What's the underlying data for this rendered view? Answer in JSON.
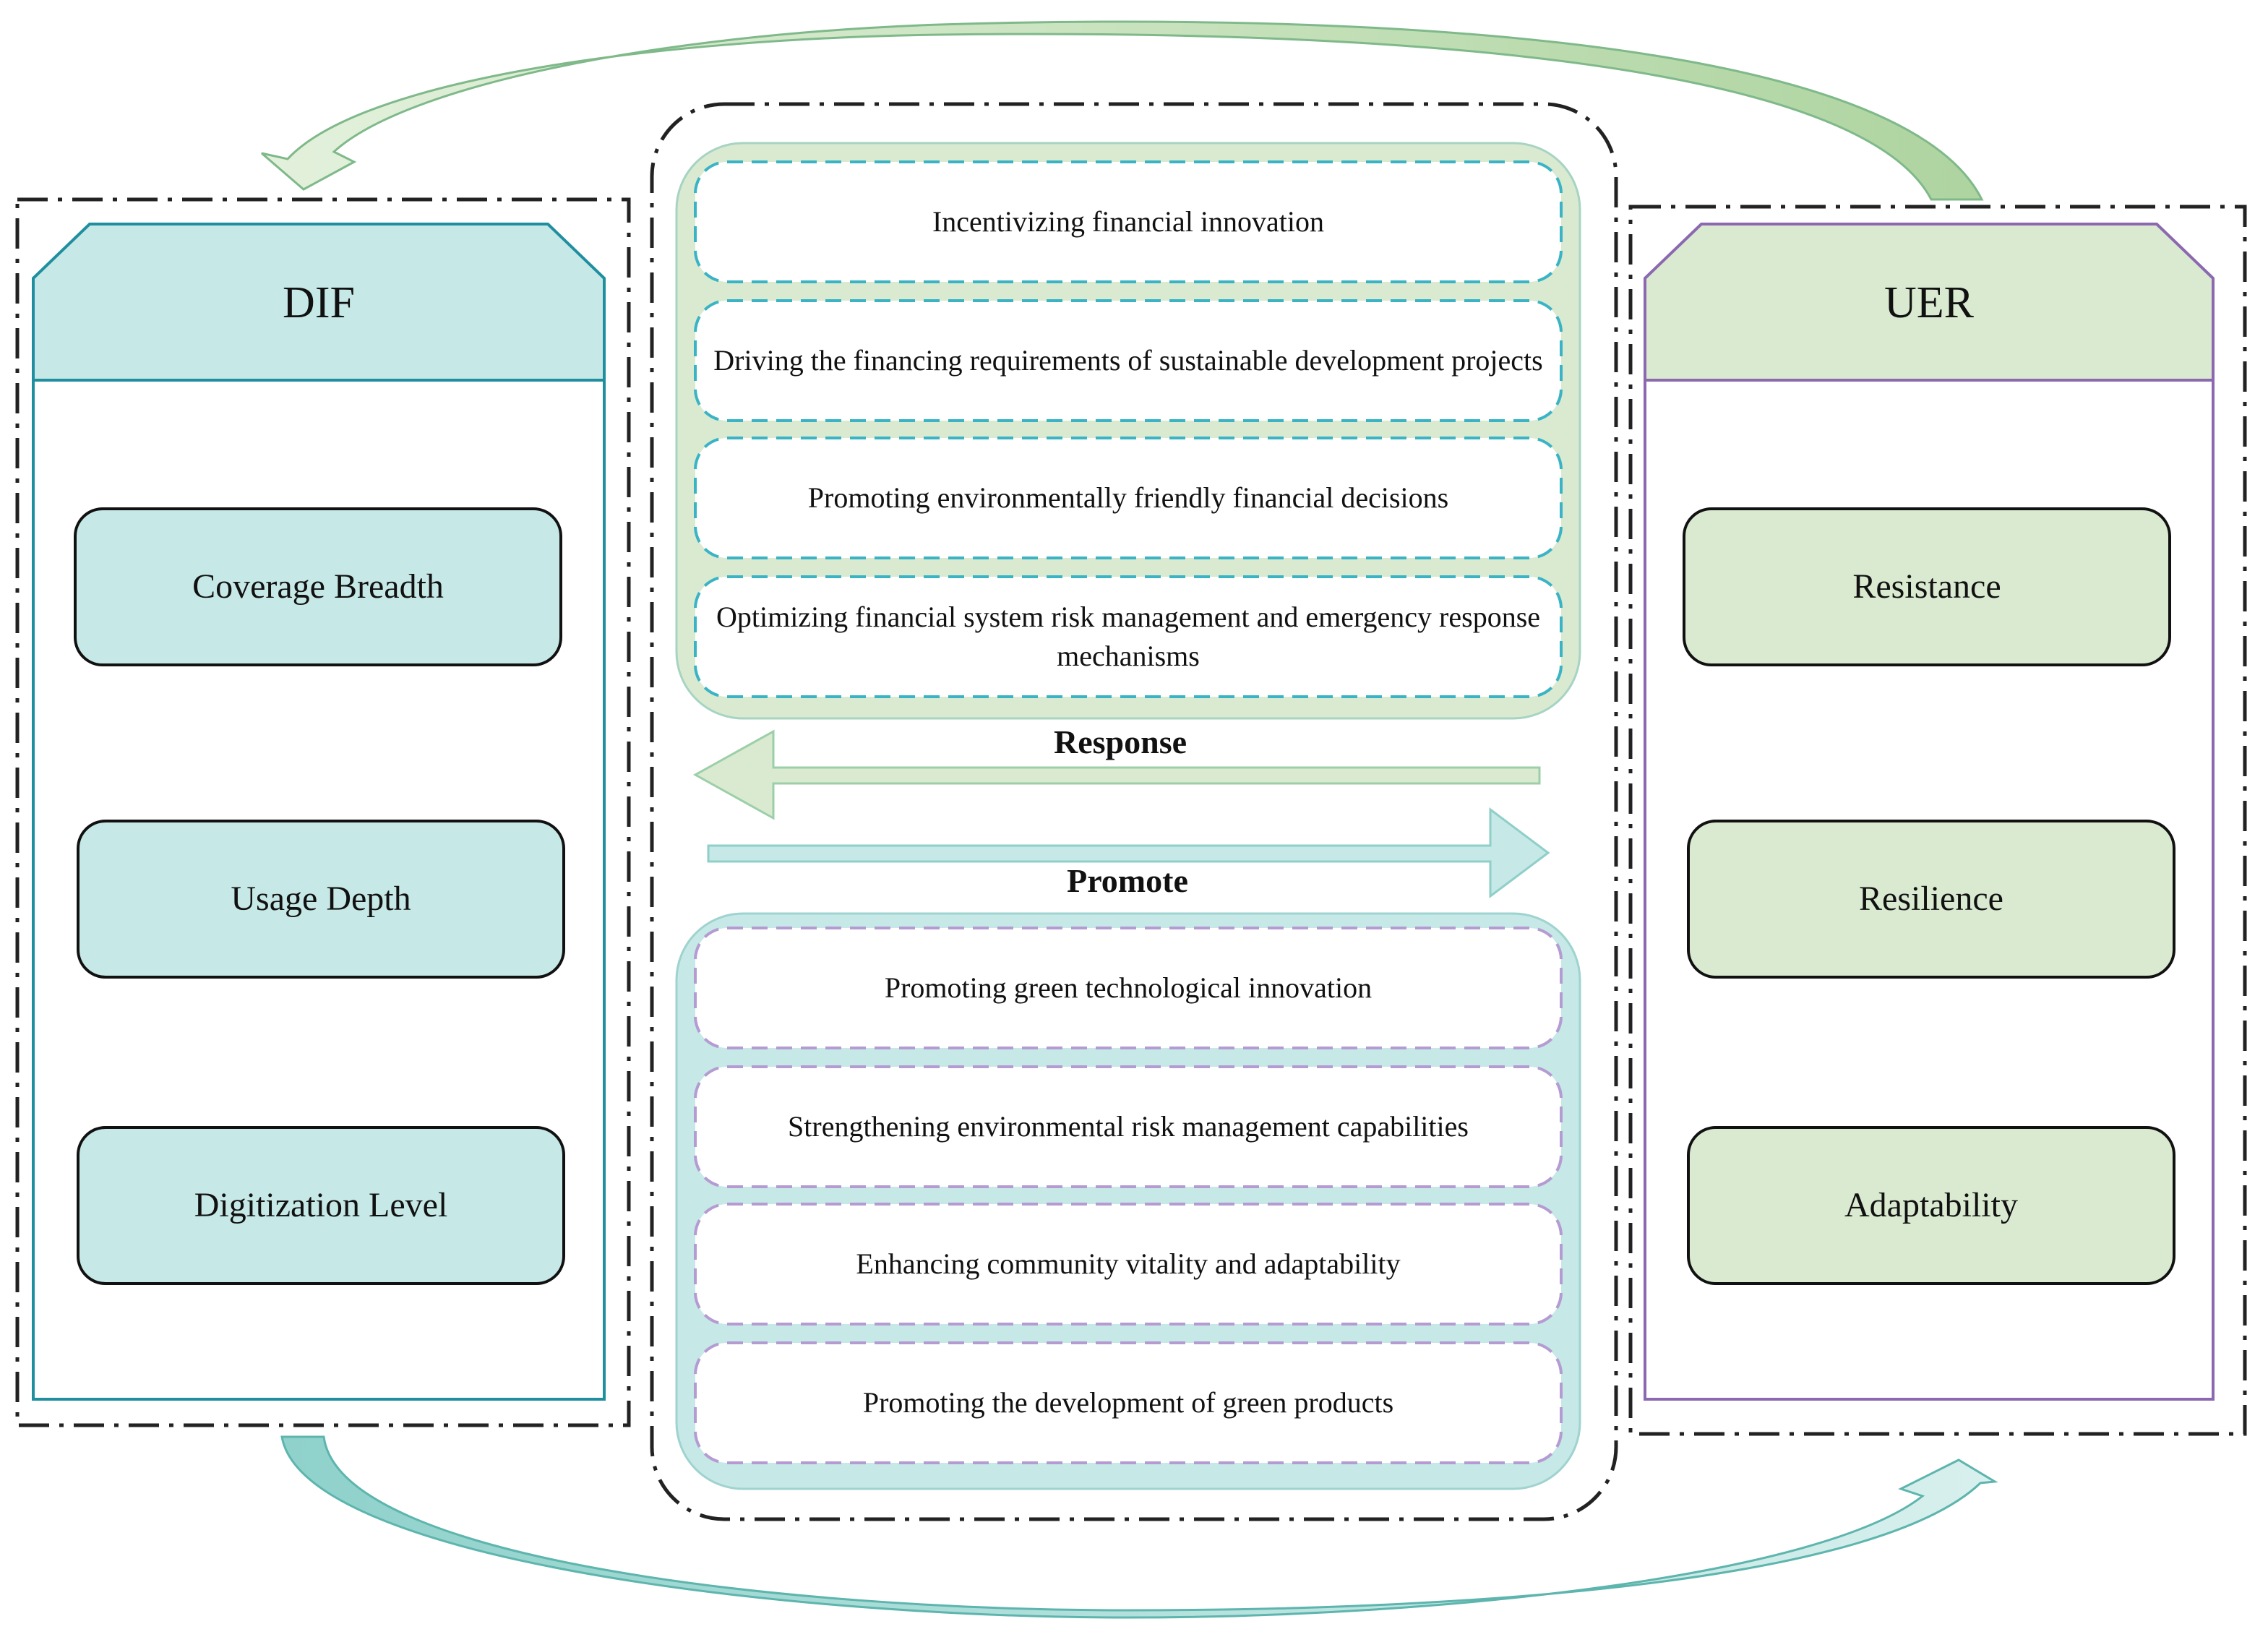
{
  "dif": {
    "title": "DIF",
    "items": [
      "Coverage Breadth",
      "Usage Depth",
      "Digitization Level"
    ]
  },
  "uer": {
    "title": "UER",
    "items": [
      "Resistance",
      "Resilience",
      "Adaptability"
    ]
  },
  "mechanisms_top": [
    "Incentivizing financial innovation",
    "Driving the financing requirements of sustainable development projects",
    "Promoting environmentally friendly financial decisions",
    "Optimizing financial system risk management and emergency response mechanisms"
  ],
  "mechanisms_bottom": [
    "Promoting green technological innovation",
    "Strengthening environmental risk management capabilities",
    "Enhancing community vitality and adaptability",
    "Promoting the development of green products"
  ],
  "arrows": {
    "response": "Response",
    "promote": "Promote"
  },
  "colors": {
    "dif_fill": "#c6e8e6",
    "dif_stroke": "#1f8fa0",
    "uer_fill": "#d9ead1",
    "uer_stroke": "#8b68b0",
    "top_panel": "#d9ead1",
    "bottom_panel": "#c6e8e6",
    "top_dash": "#3ab3c4",
    "bottom_dash": "#b49bd2"
  }
}
